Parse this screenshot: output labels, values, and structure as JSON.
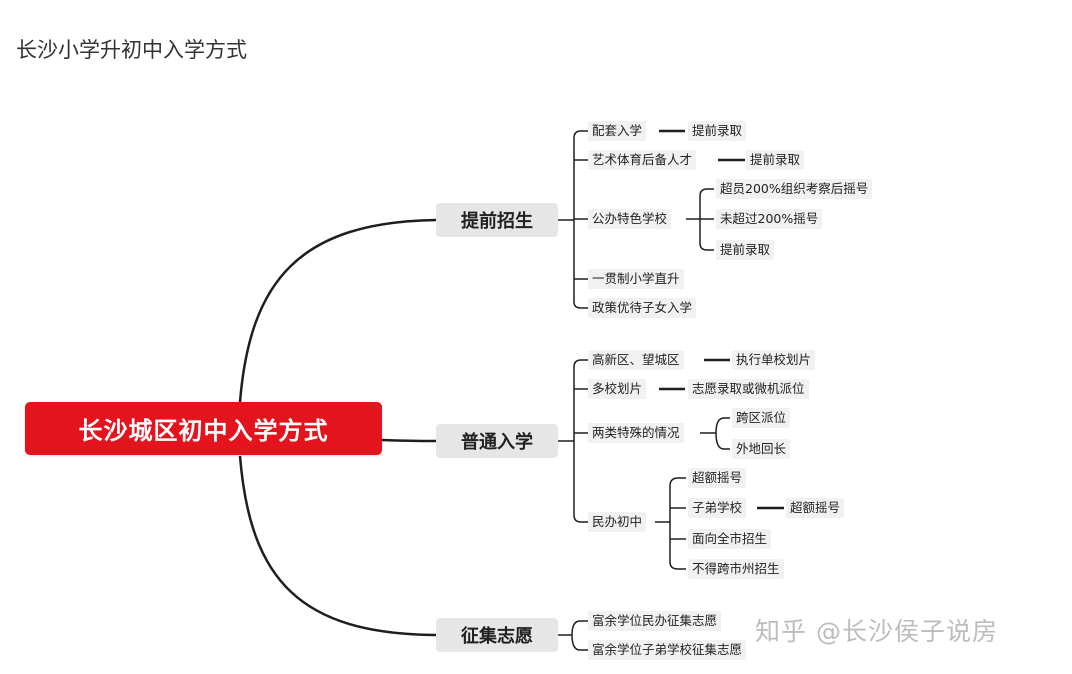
{
  "page_title": "长沙小学升初中入学方式",
  "root": "长沙城区初中入学方式",
  "branches": [
    {
      "label": "提前招生",
      "children": [
        {
          "label": "配套入学",
          "child": "提前录取"
        },
        {
          "label": "艺术体育后备人才",
          "child": "提前录取"
        },
        {
          "label": "公办特色学校",
          "children": [
            "超员200%组织考察后摇号",
            "未超过200%摇号",
            "提前录取"
          ]
        },
        {
          "label": "一贯制小学直升"
        },
        {
          "label": "政策优待子女入学"
        }
      ]
    },
    {
      "label": "普通入学",
      "children": [
        {
          "label": "高新区、望城区",
          "child": "执行单校划片"
        },
        {
          "label": "多校划片",
          "child": "志愿录取或微机派位"
        },
        {
          "label": "两类特殊的情况",
          "children": [
            "跨区派位",
            "外地回长"
          ]
        },
        {
          "label": "民办初中",
          "children": [
            "超额摇号",
            "子弟学校",
            "面向全市招生",
            "不得跨市州招生"
          ],
          "grandchild": "超额摇号"
        }
      ]
    },
    {
      "label": "征集志愿",
      "children": [
        {
          "label": "富余学位民办征集志愿"
        },
        {
          "label": "富余学位子弟学校征集志愿"
        }
      ]
    }
  ],
  "watermark": "知乎 @长沙侯子说房",
  "colors": {
    "root_bg": "#e4141e",
    "branch_bg": "#e6e6e6",
    "leaf_bg": "#f1f1f1",
    "line": "#1e1e1e"
  }
}
